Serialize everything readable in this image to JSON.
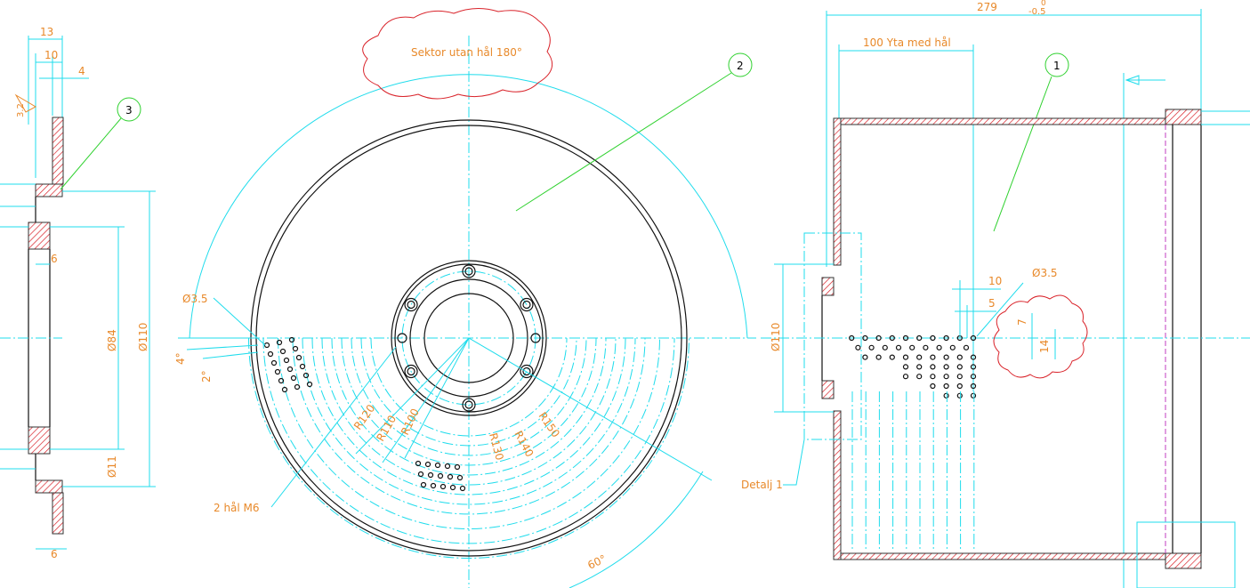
{
  "left_view": {
    "dim_13": "13",
    "dim_10": "10",
    "dim_4": "4",
    "surface_roughness": "3.2",
    "dim_6_top": "6",
    "dim_6_bottom": "6",
    "dim_d84": "Ø84",
    "dim_d110": "Ø110",
    "dim_d11": "Ø11",
    "balloon": "3"
  },
  "front_view": {
    "cloud_note": "Sektor utan hål 180°",
    "balloon": "2",
    "hole_dia": "Ø3.5",
    "angle_4": "4°",
    "angle_2": "2°",
    "radii": [
      "R120",
      "R110",
      "R100",
      "R130",
      "R140",
      "R150"
    ],
    "threaded_holes": "2 hål M6",
    "angle_60": "60°"
  },
  "side_view": {
    "overall_length": "279",
    "tol_upper": "0",
    "tol_lower": "-0.5",
    "perforated_length": "100 Yta med hål",
    "balloon": "1",
    "hole_dia": "Ø3.5",
    "pitch_10": "10",
    "pitch_5": "5",
    "pitch_7": "7",
    "pitch_14": "14",
    "dim_d110": "Ø110",
    "detail_label": "Detalj 1"
  },
  "colors": {
    "dimension": "#e8892a",
    "centerline": "#1fdcec",
    "section": "#d9232a",
    "balloon": "#2fd12f"
  }
}
